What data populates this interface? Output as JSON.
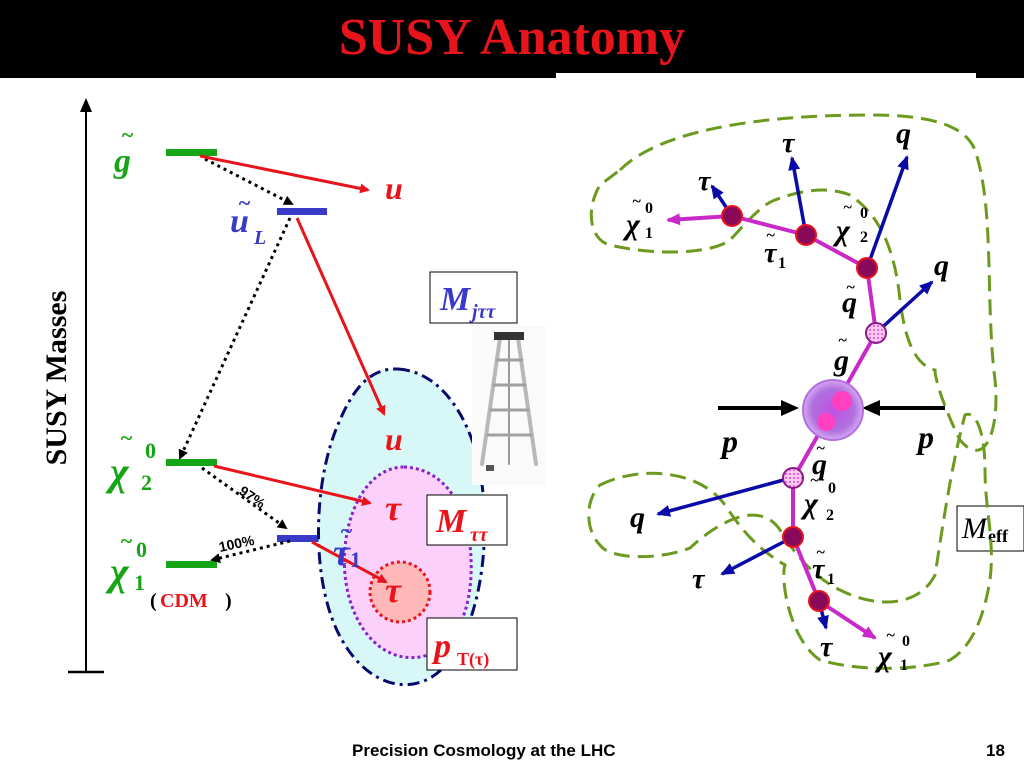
{
  "title": "SUSY Anatomy",
  "footer": {
    "text": "Precision Cosmology at the LHC",
    "page": "18"
  },
  "colors": {
    "red": "#e8141b",
    "green": "#16a516",
    "blue": "#3a3ac8",
    "magenta": "#c829c8",
    "navy": "#0a0aa8",
    "olive": "#6b9a1e",
    "cyan_fill": "#d8f8f8",
    "pink_fill": "#fbd0fb"
  },
  "spectrum": {
    "axis_label": "SUSY Masses",
    "gluino": "g",
    "squark_main": "u",
    "squark_sub": "L",
    "chi2_main": "χ",
    "chi2_sup": "0",
    "chi2_sub": "2",
    "chi1_main": "χ",
    "chi1_sup": "0",
    "chi1_sub": "1",
    "cdm_open": "(",
    "cdm": "CDM",
    "cdm_close": ")",
    "stau_main": "τ",
    "stau_sub": "1",
    "br_97": "97%",
    "br_100": "100%",
    "tilde": "~"
  },
  "decay_products": {
    "u_top": "u",
    "u_mid": "u",
    "tau_1": "τ",
    "tau_2": "τ"
  },
  "boxes": {
    "m_jtt_main": "M",
    "m_jtt_sub": "jττ",
    "m_tt_main": "M",
    "m_tt_sub": "ττ",
    "pt_main": "p",
    "pt_sub": "T(τ)",
    "meff_main": "M",
    "meff_sub": "eff"
  },
  "event": {
    "p_left": "p",
    "p_right": "p",
    "q_top": "q",
    "q_upper_right": "q",
    "q_lower_left": "q",
    "tau_top": "τ",
    "tau_top_left": "τ",
    "tau_lower_left": "τ",
    "tau_bottom": "τ",
    "chi1_top": "χ",
    "chi1_top_sup": "0",
    "chi1_top_sub": "1",
    "chi2_top": "χ",
    "chi2_top_sup": "0",
    "chi2_top_sub": "2",
    "stau_top": "τ",
    "stau_top_sub": "1",
    "squark_top": "q",
    "gluino": "g",
    "squark_bottom": "q",
    "chi2_bottom": "χ",
    "chi2_bottom_sup": "0",
    "chi2_bottom_sub": "2",
    "stau_bottom": "τ",
    "stau_bottom_sub": "1",
    "chi1_bottom": "χ",
    "chi1_bottom_sup": "0",
    "chi1_bottom_sub": "1",
    "tilde": "~"
  }
}
